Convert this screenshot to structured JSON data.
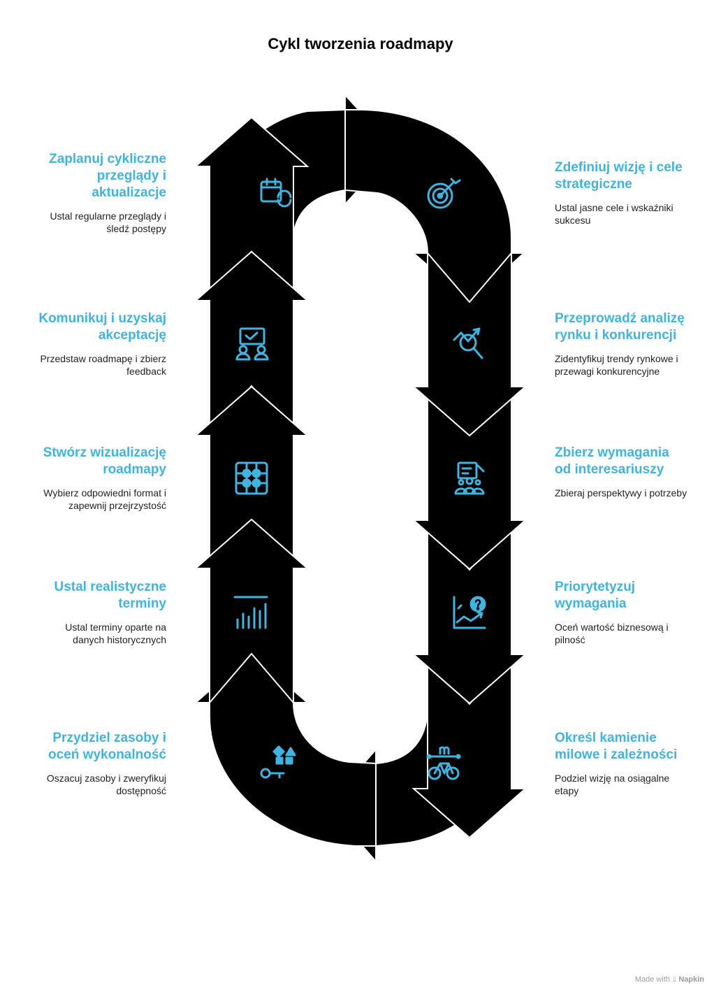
{
  "title": "Cykl tworzenia roadmapy",
  "colors": {
    "accent": "#3db5e0",
    "shape": "#000000",
    "outline": "#ffffff"
  },
  "steps_right": [
    {
      "title": "Zdefiniuj wizję i cele strategiczne",
      "desc": "Ustal jasne cele i wskaźniki sukcesu",
      "icon": "target-icon"
    },
    {
      "title": "Przeprowadź analizę rynku i konkurencji",
      "desc": "Zidentyfikuj trendy rynkowe i przewagi konkurencyjne",
      "icon": "market-analysis-icon"
    },
    {
      "title": "Zbierz wymagania od interesariuszy",
      "desc": "Zbieraj perspektywy i potrzeby",
      "icon": "stakeholders-checklist-icon"
    },
    {
      "title": "Priorytetyzuj wymagania",
      "desc": "Oceń wartość biznesową i pilność",
      "icon": "chart-question-icon"
    },
    {
      "title": "Określ kamienie milowe i zależności",
      "desc": "Podziel wizję na osiągalne etapy",
      "icon": "bike-milestone-icon"
    }
  ],
  "steps_left": [
    {
      "title": "Zaplanuj cykliczne przeglądy i aktualizacje",
      "desc": "Ustal regularne przeglądy i śledź postępy",
      "icon": "calendar-refresh-icon"
    },
    {
      "title": "Komunikuj i uzyskaj akceptację",
      "desc": "Przedstaw roadmapę i zbierz feedback",
      "icon": "presentation-icon"
    },
    {
      "title": "Stwórz wizualizację roadmapy",
      "desc": "Wybierz odpowiedni format i zapewnij przejrzystość",
      "icon": "grid-nodes-icon"
    },
    {
      "title": "Ustal realistyczne terminy",
      "desc": "Ustal terminy oparte na danych historycznych",
      "icon": "bar-chart-icon"
    },
    {
      "title": "Przydziel zasoby i oceń wykonalność",
      "desc": "Oszacuj zasoby i zweryfikuj dostępność",
      "icon": "resources-key-icon"
    }
  ],
  "footer": {
    "made_with": "Made with",
    "brand": "Napkin"
  }
}
